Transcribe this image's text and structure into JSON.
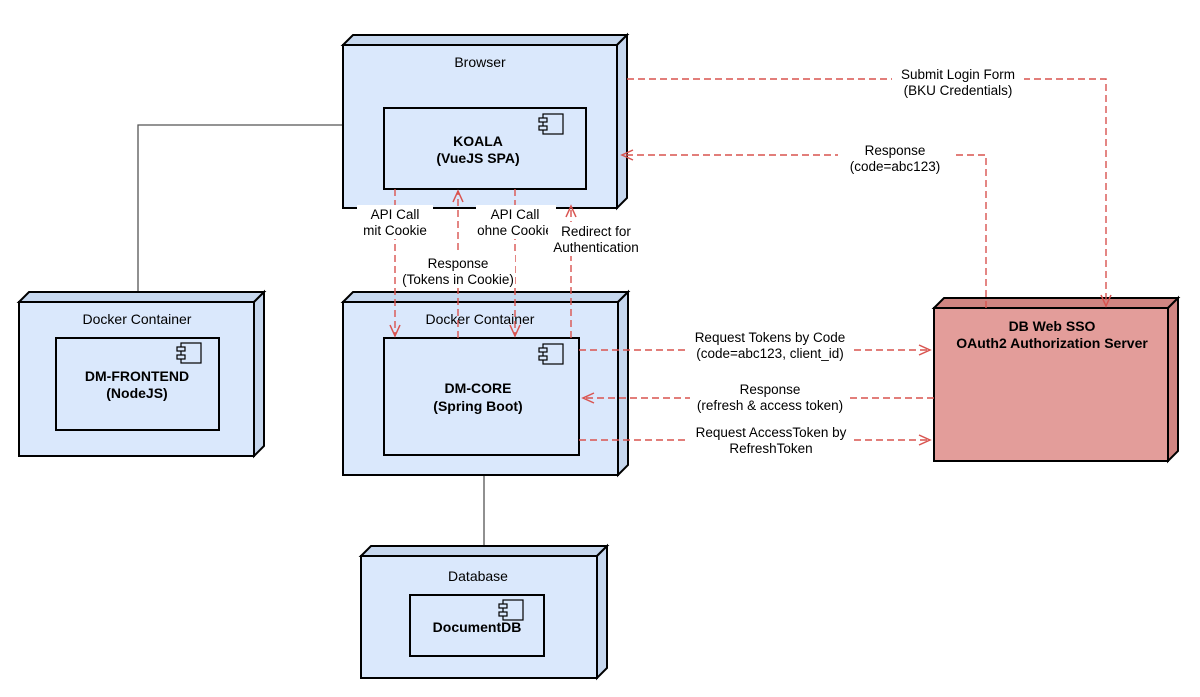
{
  "colors": {
    "node_fill": "#dae8fc",
    "node_side": "#c6d7ee",
    "server_fill": "#e39d9a",
    "server_side": "#d08582",
    "arrow": "#d9534f",
    "line": "#555555"
  },
  "nodes": {
    "browser": {
      "title": "Browser"
    },
    "docker_frontend": {
      "title": "Docker Container"
    },
    "docker_core": {
      "title": "Docker Container"
    },
    "database": {
      "title": "Database"
    },
    "oauth": {
      "title_line1": "DB Web SSO",
      "title_line2": "OAuth2 Authorization Server"
    }
  },
  "components": {
    "koala": {
      "line1": "KOALA",
      "line2": "(VueJS SPA)"
    },
    "frontend": {
      "line1": "DM-FRONTEND",
      "line2": "(NodeJS)"
    },
    "core": {
      "line1": "DM-CORE",
      "line2": "(Spring Boot)"
    },
    "documentdb": {
      "line1": "DocumentDB"
    }
  },
  "edge_labels": {
    "submit_login": {
      "line1": "Submit Login Form",
      "line2": "(BKU Credentials)"
    },
    "response_code": {
      "line1": "Response",
      "line2": "(code=abc123)"
    },
    "api_call_cookie": {
      "line1": "API Call",
      "line2": "mit Cookie"
    },
    "api_call_no_cookie": {
      "line1": "API Call",
      "line2": "ohne Cookie"
    },
    "redirect_auth": {
      "line1": "Redirect for",
      "line2": "Authentication"
    },
    "response_tokens_cookie": {
      "line1": "Response",
      "line2": "(Tokens in Cookie)"
    },
    "request_tokens_code": {
      "line1": "Request Tokens by Code",
      "line2": "(code=abc123, client_id)"
    },
    "response_tokens": {
      "line1": "Response",
      "line2": "(refresh & access token)"
    },
    "request_access_token": {
      "line1": "Request AccessToken by",
      "line2": "RefreshToken"
    }
  }
}
